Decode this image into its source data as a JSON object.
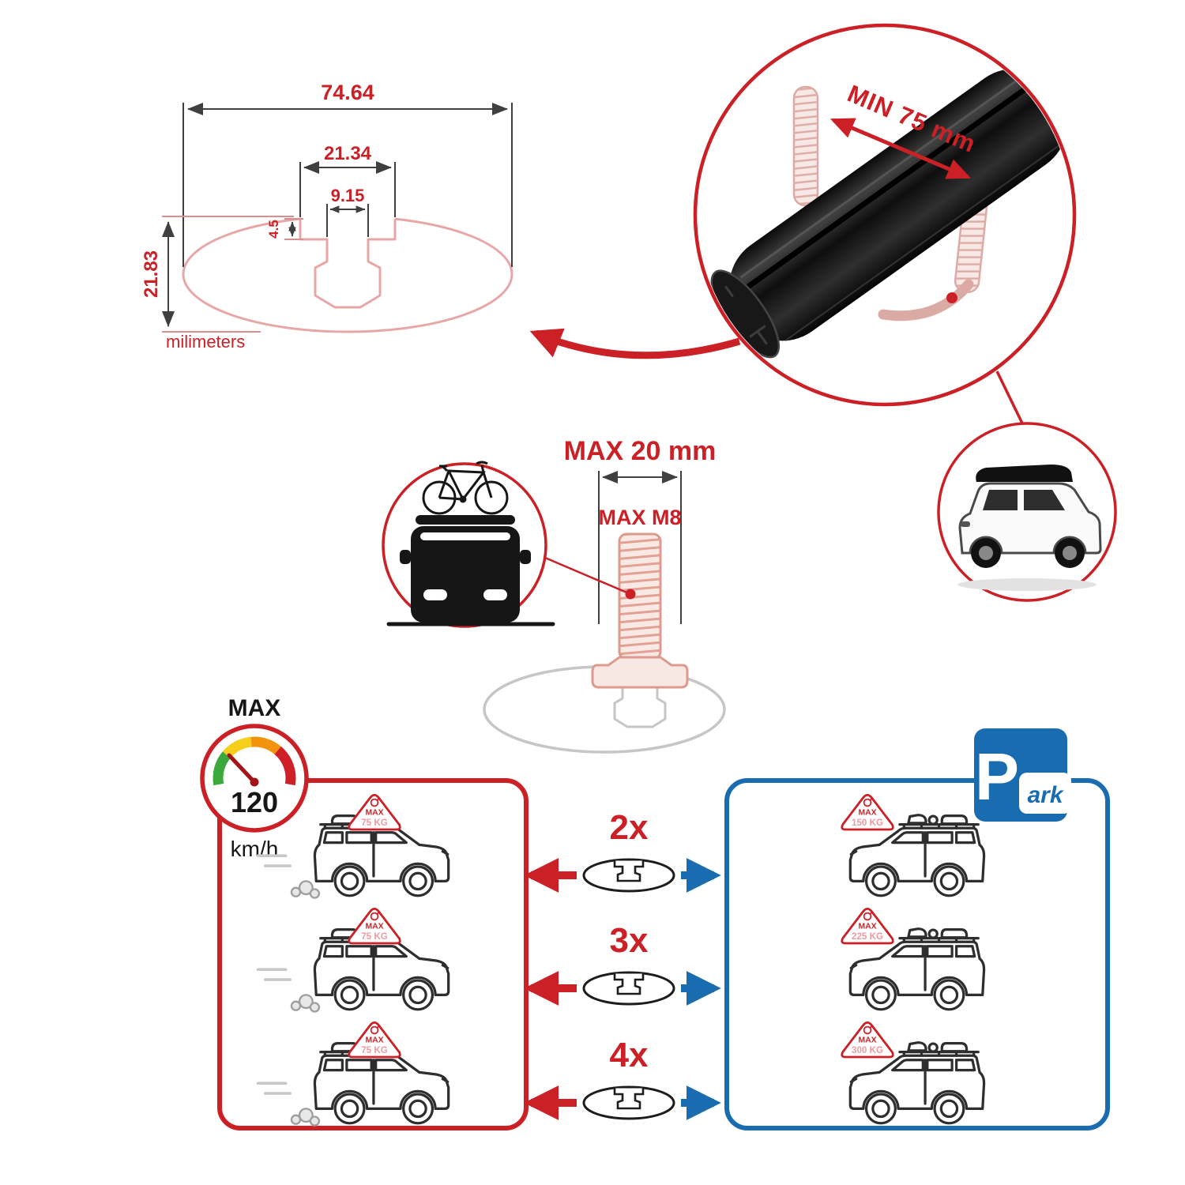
{
  "colors": {
    "accent_red": "#cc2027",
    "accent_blue": "#1a6cb0",
    "pink_text": "#ef9aa0",
    "ghost_pink": "#e8a7a7",
    "ghost_gray": "#c6c6c6"
  },
  "profile_dimensions": {
    "total_width": "74.64",
    "channel_width": "21.34",
    "slot_width": "9.15",
    "lip_depth": "4.5",
    "total_height": "21.83",
    "units": "milimeters"
  },
  "crossbar_detail": {
    "min_length": "MIN 75 mm"
  },
  "bolt_detail": {
    "max_protrusion": "MAX 20 mm",
    "max_thread": "MAX M8"
  },
  "speed_limit": {
    "label": "MAX",
    "value": "120",
    "units": "km/h"
  },
  "parking_sign": {
    "letter": "P",
    "word_rest": "ark"
  },
  "load_comparison": {
    "tag_prefix": "MAX",
    "rows": [
      {
        "multiplier": "2x",
        "driving_load": "75 KG",
        "parked_load": "150 KG"
      },
      {
        "multiplier": "3x",
        "driving_load": "75 KG",
        "parked_load": "225 KG"
      },
      {
        "multiplier": "4x",
        "driving_load": "75 KG",
        "parked_load": "300 KG"
      }
    ]
  }
}
